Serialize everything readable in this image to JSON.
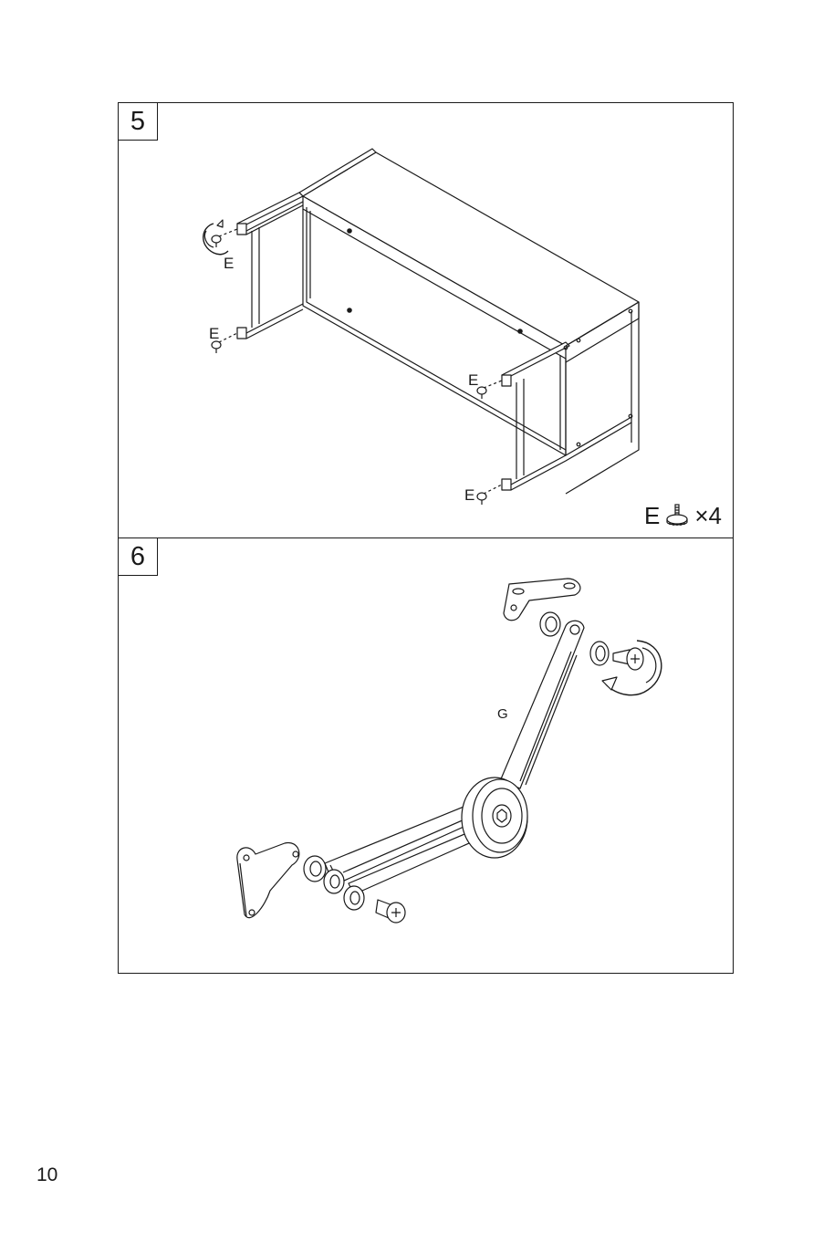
{
  "steps": [
    {
      "number": "5",
      "part_labels": [
        "E",
        "E",
        "E",
        "E"
      ],
      "legend": {
        "part": "E",
        "quantity": "×4",
        "icon": "leveling-foot-icon"
      }
    },
    {
      "number": "6",
      "part_labels": [
        "G"
      ]
    }
  ],
  "page_number": "10"
}
